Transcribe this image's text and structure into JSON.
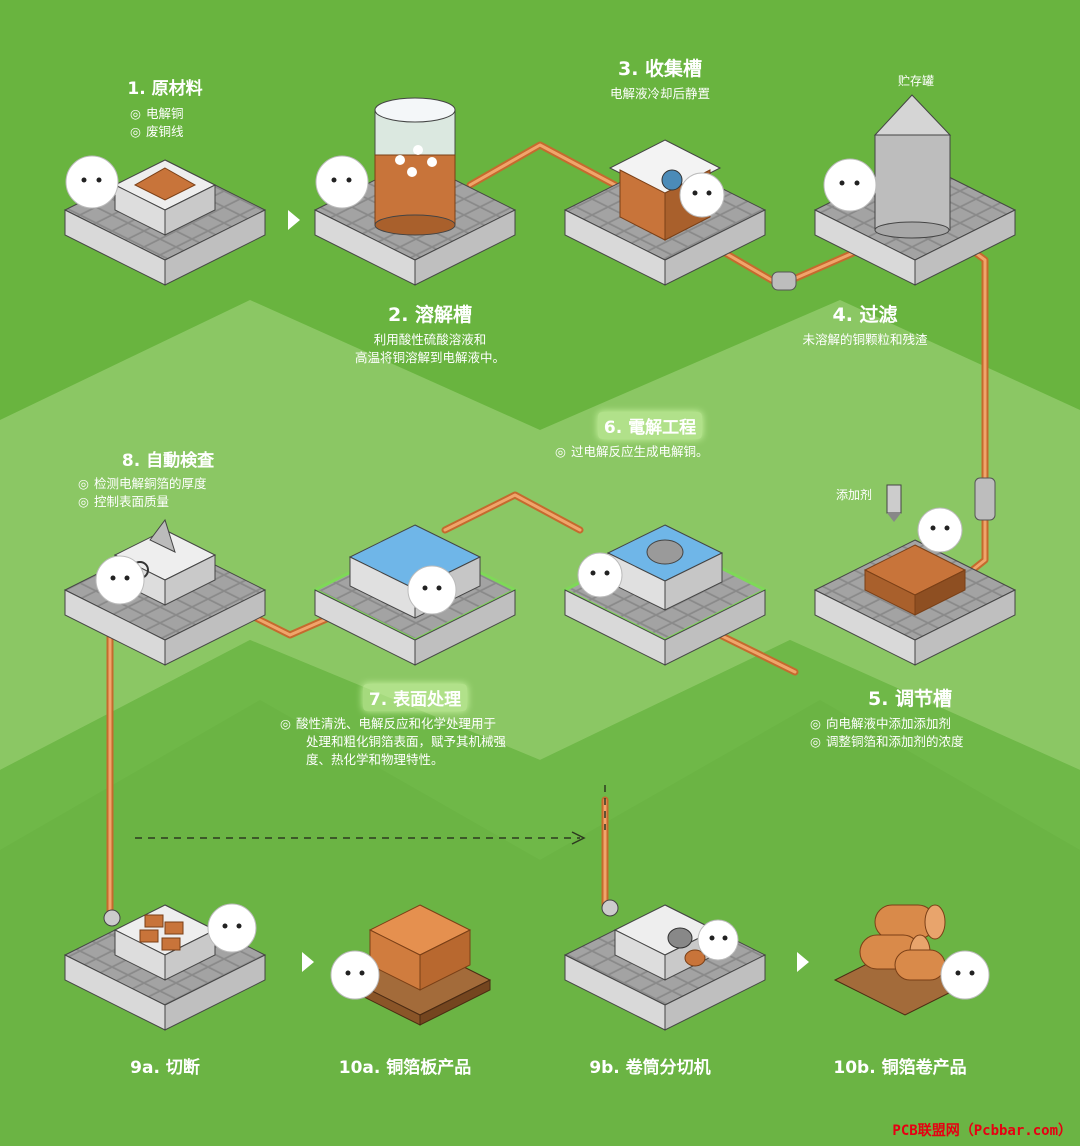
{
  "steps": {
    "s1": {
      "title": "1. 原材料",
      "bullets": [
        "电解铜",
        "废铜线"
      ]
    },
    "s2": {
      "title": "2. 溶解槽",
      "desc": [
        "利用酸性硫酸溶液和",
        "高温将铜溶解到电解液中。"
      ]
    },
    "s3": {
      "title": "3. 收集槽",
      "desc": [
        "电解液冷却后静置"
      ]
    },
    "s4": {
      "title": "4. 过滤",
      "desc": [
        "未溶解的铜颗粒和残渣"
      ]
    },
    "s5": {
      "title": "5. 调节槽",
      "bullets": [
        "向电解液中添加添加剂",
        "调整铜箔和添加剂的浓度"
      ]
    },
    "s6": {
      "title": "6. 電解工程",
      "bullets": [
        "过电解反应生成电解铜。"
      ]
    },
    "s7": {
      "title": "7. 表面处理",
      "bullets": [
        "酸性清洗、电解反应和化学处理用于"
      ],
      "cont": [
        "处理和粗化铜箔表面，赋予其机械强",
        "度、热化学和物理特性。"
      ]
    },
    "s8": {
      "title": "8. 自動検査",
      "bullets": [
        "检测电解銅箔的厚度",
        "控制表面质量"
      ]
    },
    "s9a": {
      "title": "9a. 切断"
    },
    "s10a": {
      "title": "10a. 铜箔板产品"
    },
    "s9b": {
      "title": "9b. 卷筒分切机"
    },
    "s10b": {
      "title": "10b. 铜箔卷产品"
    }
  },
  "labels": {
    "tank": "贮存罐",
    "additive": "添加剂"
  },
  "bullet_symbol": "◎",
  "watermark": "PCB联盟网（Pcbbar.com）",
  "colors": {
    "bg": "#6fb848",
    "pipe": "#d9884a",
    "copper": "#c8743a",
    "water": "#6fb6e8"
  }
}
